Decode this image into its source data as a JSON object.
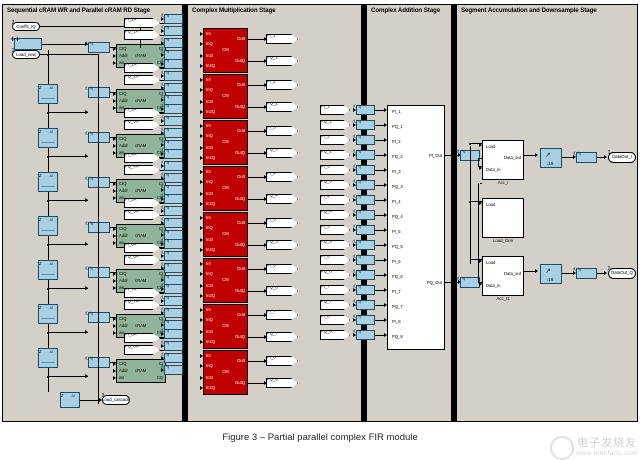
{
  "figure": {
    "caption": "Figure 3 – Partial parallel complex FIR module"
  },
  "watermark": {
    "chinese": "电子发烧友",
    "url": "www.elecfans.com"
  },
  "stages": [
    {
      "id": "stage1",
      "title": "Sequential cRAM WR and Parallel cRAM RD Stage"
    },
    {
      "id": "stage2",
      "title": "Complex Multiplication Stage"
    },
    {
      "id": "stage3",
      "title": "Complex Addition Stage"
    },
    {
      "id": "stage4",
      "title": "Segment Accumulation and Downsample Stage"
    }
  ],
  "stage1": {
    "inports": [
      {
        "num": "2",
        "name": "Coeffs_IQ"
      },
      {
        "num": "1",
        "name": "Load_new"
      }
    ],
    "outports": [
      {
        "num": "3",
        "name": "Load_cascade"
      }
    ],
    "counter": {
      "glyph": "++"
    },
    "delay_label": "d, ¹q",
    "z_label": "z",
    "z_exp": "-M",
    "cram": {
      "count": 8,
      "name": "cRAM",
      "inputs": [
        "CIQ",
        "Addr",
        "ws"
      ],
      "outputs": [
        "CI",
        "CQ"
      ],
      "label_line1": "CIQ",
      "label_line2": "Addr  cRAM",
      "label_line3": "ws"
    },
    "tags": [
      "PI_1A",
      "PQ_1A",
      "PI_2A",
      "PQ_2A",
      "PI_3A",
      "PQ_3A",
      "PI_4A",
      "PQ_4A",
      "PI_5A",
      "PQ_5A",
      "PI_6A",
      "PQ_6A",
      "PI_7A",
      "PQ_7A",
      "PI_8A",
      "PQ_8A"
    ]
  },
  "stage2": {
    "cm_count": 8,
    "cm_name": "CM",
    "cm_inputs": [
      "InI",
      "InQ",
      "In2I",
      "In2Q"
    ],
    "cm_outputs": [
      "OutI",
      "OutQ"
    ],
    "out_tags": [
      "PI_1",
      "PQ_1",
      "PI_2",
      "PQ_2",
      "PI_3",
      "PQ_3",
      "PI_4",
      "PQ_4",
      "PI_5",
      "PQ_5",
      "PI_6",
      "PQ_6",
      "PI_7",
      "PQ_7",
      "PI_8",
      "PQ_8"
    ]
  },
  "stage3": {
    "from_tags": [
      "PI_1",
      "PQ_1",
      "PI_2",
      "PQ_2",
      "PI_3",
      "PQ_3",
      "PI_4",
      "PQ_4",
      "PI_5",
      "PQ_5",
      "PI_6",
      "PQ_6",
      "PI_7",
      "PQ_7",
      "PI_8",
      "PQ_8"
    ],
    "adder_inputs": [
      "PI_1",
      "PQ_1",
      "PI_2",
      "PQ_2",
      "PI_3",
      "PQ_3",
      "PI_4",
      "PQ_4",
      "PI_5",
      "PQ_5",
      "PI_6",
      "PQ_6",
      "PI_7",
      "PQ_7",
      "PI_8",
      "PQ_8"
    ],
    "adder_outputs": [
      "PI_Out",
      "PQ_Out"
    ]
  },
  "stage4": {
    "blocks": [
      {
        "name": "Acc_I",
        "inputs": [
          "Load",
          "Data_in"
        ],
        "outputs": [
          "Data_out"
        ]
      },
      {
        "name": "Load_Gen",
        "inputs": [
          "Load"
        ],
        "outputs": []
      },
      {
        "name": "Acc_I1",
        "inputs": [
          "Load",
          "Data_in"
        ],
        "outputs": [
          "Data_out"
        ]
      }
    ],
    "downsample": {
      "factor": "↓16",
      "glyph": "↓16"
    },
    "delay_label": "d, ¹q",
    "outports": [
      {
        "num": "1",
        "name": "DataOut_I"
      },
      {
        "num": "2",
        "name": "DataOut_Q"
      }
    ]
  },
  "colors": {
    "canvas": "#d4d0c8",
    "cram": "#8fb49a",
    "cm": "#c00000",
    "delay": "#a9cfe3",
    "white_block": "#ffffff",
    "wire": "#000000"
  }
}
